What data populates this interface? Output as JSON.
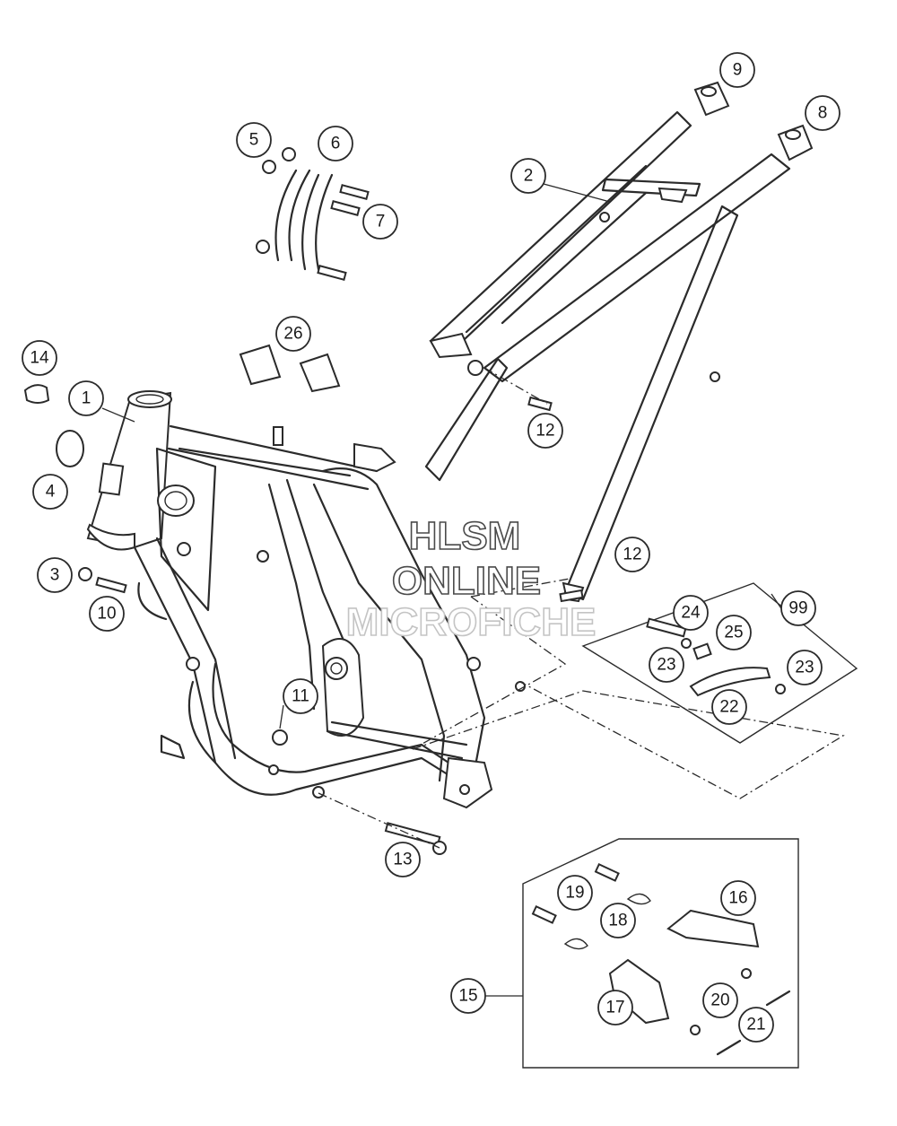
{
  "watermark": {
    "line1": "HLSM",
    "line2": "ONLINE",
    "line3": "MICROFICHE"
  },
  "callouts": [
    {
      "id": "c1",
      "label": "1"
    },
    {
      "id": "c2",
      "label": "2"
    },
    {
      "id": "c3",
      "label": "3"
    },
    {
      "id": "c4",
      "label": "4"
    },
    {
      "id": "c5",
      "label": "5"
    },
    {
      "id": "c6",
      "label": "6"
    },
    {
      "id": "c7",
      "label": "7"
    },
    {
      "id": "c8",
      "label": "8"
    },
    {
      "id": "c9",
      "label": "9"
    },
    {
      "id": "c10",
      "label": "10"
    },
    {
      "id": "c11",
      "label": "11"
    },
    {
      "id": "c12a",
      "label": "12"
    },
    {
      "id": "c12b",
      "label": "12"
    },
    {
      "id": "c13",
      "label": "13"
    },
    {
      "id": "c14",
      "label": "14"
    },
    {
      "id": "c15",
      "label": "15"
    },
    {
      "id": "c16",
      "label": "16"
    },
    {
      "id": "c17",
      "label": "17"
    },
    {
      "id": "c18",
      "label": "18"
    },
    {
      "id": "c19",
      "label": "19"
    },
    {
      "id": "c20",
      "label": "20"
    },
    {
      "id": "c21",
      "label": "21"
    },
    {
      "id": "c22",
      "label": "22"
    },
    {
      "id": "c23a",
      "label": "23"
    },
    {
      "id": "c23b",
      "label": "23"
    },
    {
      "id": "c24",
      "label": "24"
    },
    {
      "id": "c25",
      "label": "25"
    },
    {
      "id": "c26",
      "label": "26"
    },
    {
      "id": "c99",
      "label": "99"
    }
  ]
}
